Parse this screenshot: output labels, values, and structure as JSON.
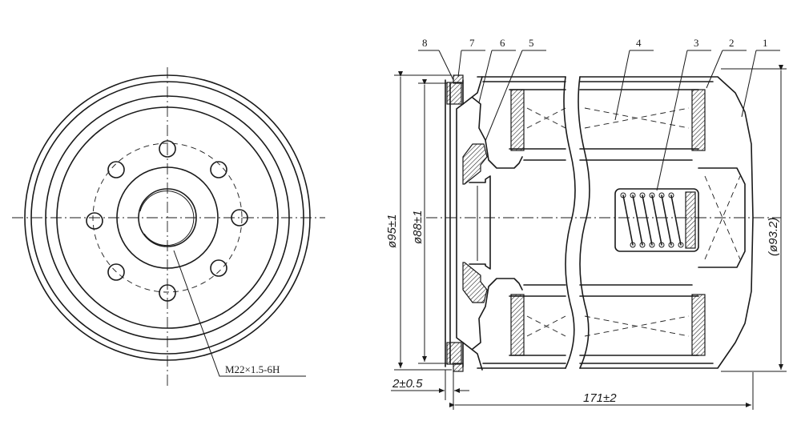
{
  "part_labels": [
    "8",
    "7",
    "6",
    "5",
    "4",
    "3",
    "2",
    "1"
  ],
  "thread_note": "M22×1.5-6H",
  "dimensions": {
    "outer_diameter": "ø95±1",
    "gasket_diameter": "ø88±1",
    "body_diameter": "(ø93.2)",
    "gasket_offset": "2±0.5",
    "overall_length": "171±2"
  },
  "colors": {
    "line": "#1a1a1a",
    "background": "#ffffff"
  }
}
